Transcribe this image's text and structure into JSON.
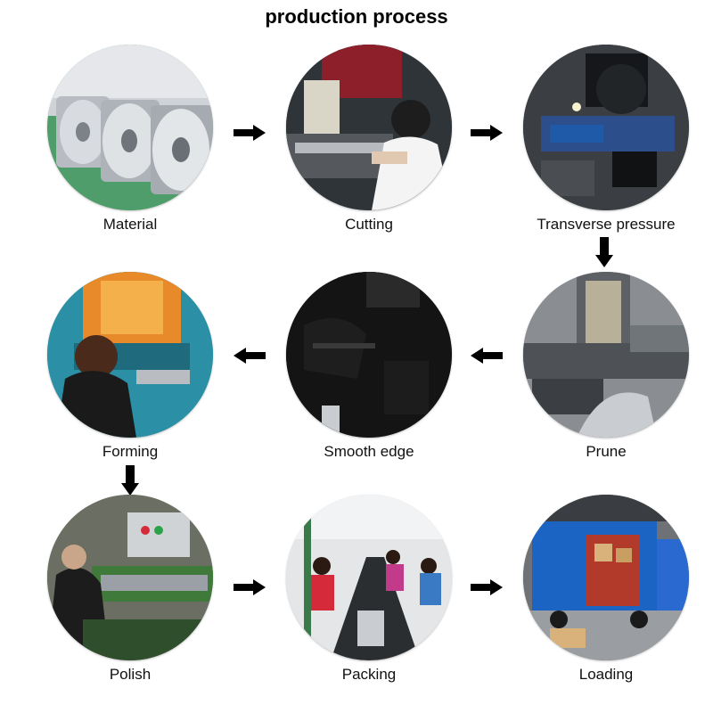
{
  "title": "production process",
  "steps": [
    {
      "label": "Material"
    },
    {
      "label": "Cutting"
    },
    {
      "label": "Transverse pressure"
    },
    {
      "label": "Prune"
    },
    {
      "label": "Smooth edge"
    },
    {
      "label": "Forming"
    },
    {
      "label": "Polish"
    },
    {
      "label": "Packing"
    },
    {
      "label": "Loading"
    }
  ],
  "colors": {
    "arrow": "#000000",
    "steel": "#c9ccd0",
    "factory_floor": "#4e9d6a",
    "machine_blue": "#1e5aa8",
    "fire_orange": "#e8892a",
    "container_blue": "#1c64c4",
    "shirt_red": "#d42a3a"
  }
}
